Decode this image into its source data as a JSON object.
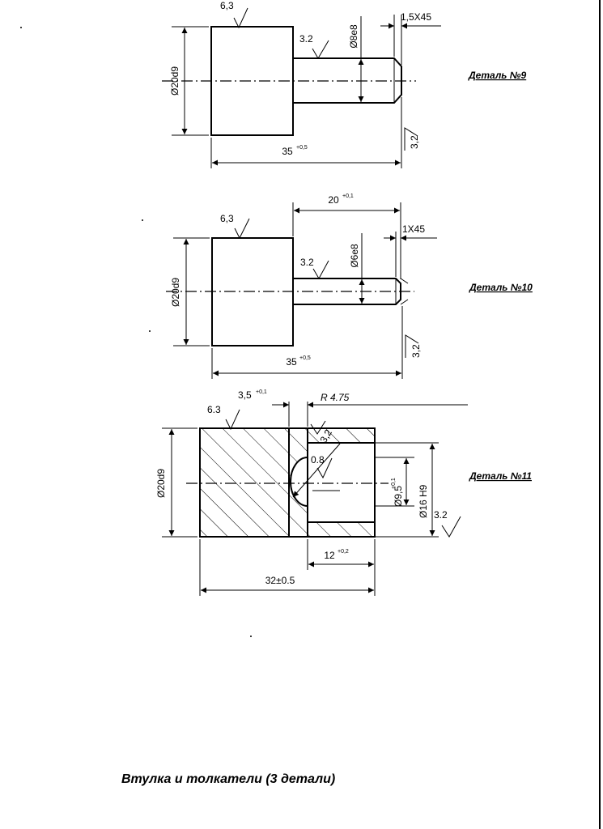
{
  "parts": [
    {
      "label": "Деталь №9",
      "dims": {
        "outer_d": "Ø20d9",
        "pin_d": "Ø8e8",
        "chamfer": "1,5X45",
        "length": "35",
        "length_tol": "+0,5",
        "rough_head": "6,3",
        "rough_pin": "3.2",
        "rough_end": "3,2"
      }
    },
    {
      "label": "Деталь №10",
      "dims": {
        "outer_d": "Ø20d9",
        "pin_d": "Ø6e8",
        "chamfer": "1X45",
        "pin_length": "20",
        "pin_length_tol": "+0,1",
        "length": "35",
        "length_tol": "+0,5",
        "rough_head": "6,3",
        "rough_pin": "3.2",
        "rough_end": "3,2"
      }
    },
    {
      "label": "Деталь №11",
      "dims": {
        "outer_d": "Ø20d9",
        "bore_d": "Ø16 H9",
        "inner_d": "Ø9,5",
        "inner_d_tol": "+0,1",
        "radius": "R 4.75",
        "groove": "3,5",
        "groove_tol": "+0,1",
        "bore_depth": "12",
        "bore_depth_tol": "+0,2",
        "length": "32±0.5",
        "rough_outer": "6.3",
        "rough_bore": "0.8",
        "rough_face": "3.2",
        "rough_groove": "3,2"
      }
    }
  ],
  "caption": "Втулка и толкатели (3 детали)"
}
